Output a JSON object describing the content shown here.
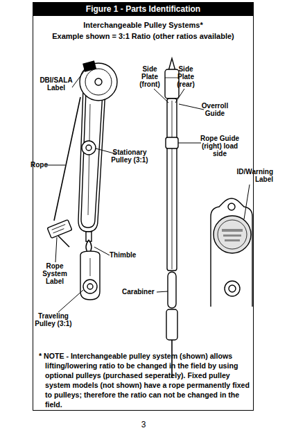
{
  "diagram": {
    "title": "Figure 1 - Parts Identification",
    "labels": [
      "Interchangeable Pulley Systems*",
      "Example shown = 3:1 Ratio (other ratios available)",
      "DBI/SALA Label",
      "Rope",
      "Side Plate (front)",
      "Side Plate (rear)",
      "Overroll Guide",
      "Stationary Pulley (3:1)",
      "Rope Guide (right) load side",
      "ID/Warning Label",
      "Rope System Label",
      "Thimble",
      "Carabiner",
      "Traveling Pulley (3:1)",
      "* NOTE - Interchangeable pulley system (shown) allows lifting/lowering ratio to be changed in the field by using optional pulleys (purchased seperately). Fixed pulley system models (not shown) have a rope permanently fixed to pulleys; therefore the ratio can not be changed in the field.",
      "3"
    ]
  }
}
